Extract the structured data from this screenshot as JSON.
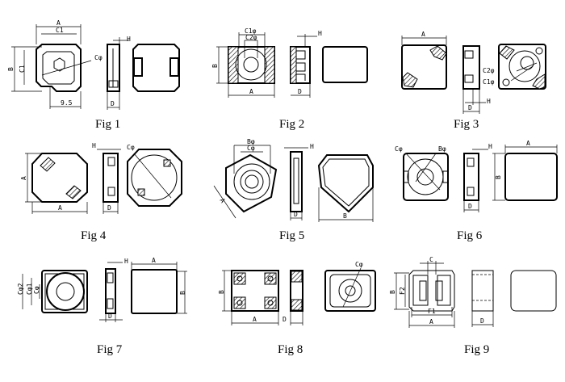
{
  "figures": [
    {
      "caption": "Fig 1",
      "labels": {
        "a": "A",
        "c1_top": "C1",
        "b": "B",
        "c1_side": "C1",
        "c": "Cφ",
        "h": "H",
        "offset": "9.5",
        "d": "D"
      }
    },
    {
      "caption": "Fig 2",
      "labels": {
        "c1": "C1φ",
        "c2": "C2φ",
        "h": "H",
        "b": "B",
        "a": "A",
        "d": "D"
      }
    },
    {
      "caption": "Fig 3",
      "labels": {
        "a": "A",
        "c2": "C2φ",
        "c1": "C1φ",
        "h": "H",
        "d": "D"
      }
    },
    {
      "caption": "Fig 4",
      "labels": {
        "h": "H",
        "c": "Cφ",
        "a_side": "A",
        "a": "A",
        "d": "D"
      }
    },
    {
      "caption": "Fig 5",
      "labels": {
        "b_dia": "Bφ",
        "c": "Cφ",
        "h": "H",
        "a": "A",
        "d": "D",
        "b": "B"
      }
    },
    {
      "caption": "Fig 6",
      "labels": {
        "c": "Cφ",
        "b_dia": "Bφ",
        "h": "H",
        "a": "A",
        "b": "B",
        "d": "D"
      }
    },
    {
      "caption": "Fig 7",
      "labels": {
        "c2": "Cφ2",
        "c1": "Cφ1",
        "c": "Cφ",
        "h": "H",
        "a": "A",
        "b": "B",
        "d": "D"
      }
    },
    {
      "caption": "Fig 8",
      "labels": {
        "c": "Cφ",
        "b": "B",
        "a": "A",
        "d": "D"
      }
    },
    {
      "caption": "Fig 9",
      "labels": {
        "c": "C",
        "b": "B",
        "f2": "F2",
        "f1": "F1",
        "a": "A",
        "d": "D"
      }
    }
  ]
}
